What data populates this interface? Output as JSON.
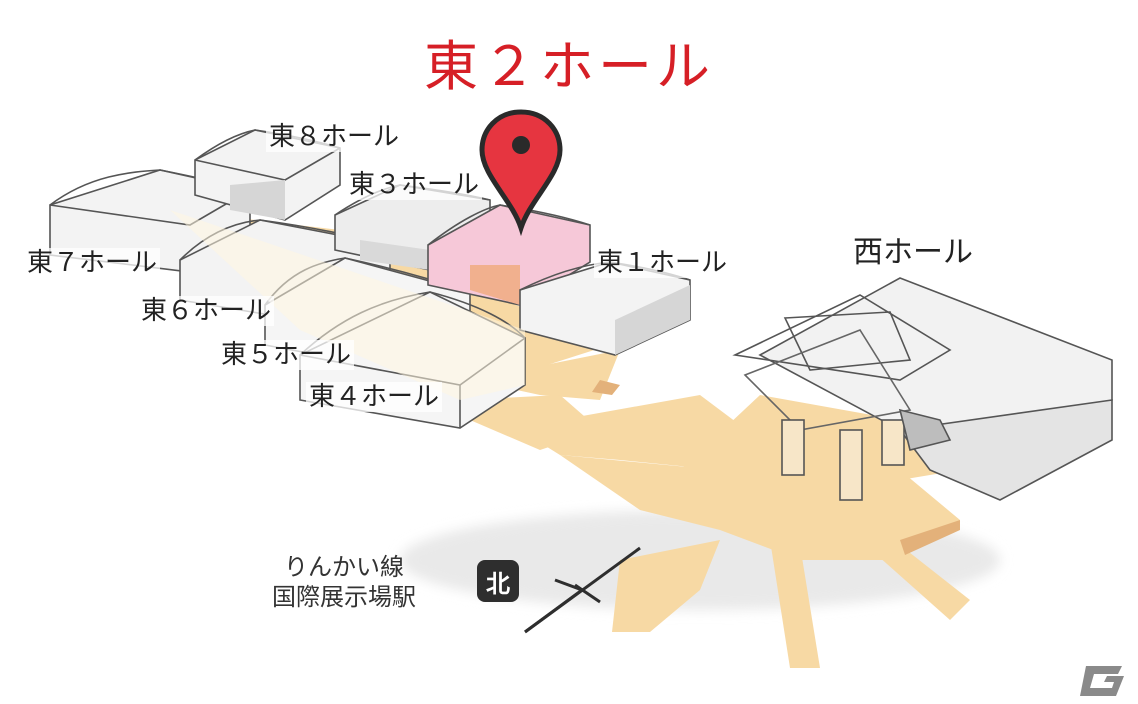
{
  "title": "東２ホール",
  "halls": {
    "east1": "東１ホール",
    "east3": "東３ホール",
    "east4": "東４ホール",
    "east5": "東５ホール",
    "east6": "東６ホール",
    "east7": "東７ホール",
    "east8": "東８ホール",
    "west": "西ホール"
  },
  "station": {
    "line1": "りんかい線",
    "line2": "国際展示場駅"
  },
  "compass": "北",
  "colors": {
    "highlight_hall": "#f6c8d8",
    "corridor": "#f7d9a4",
    "pin": "#e63540",
    "title": "#d61f26"
  },
  "icons": {
    "pin": "map-pin-icon",
    "north_arrow": "north-arrow-icon",
    "logo": "site-logo-icon"
  }
}
